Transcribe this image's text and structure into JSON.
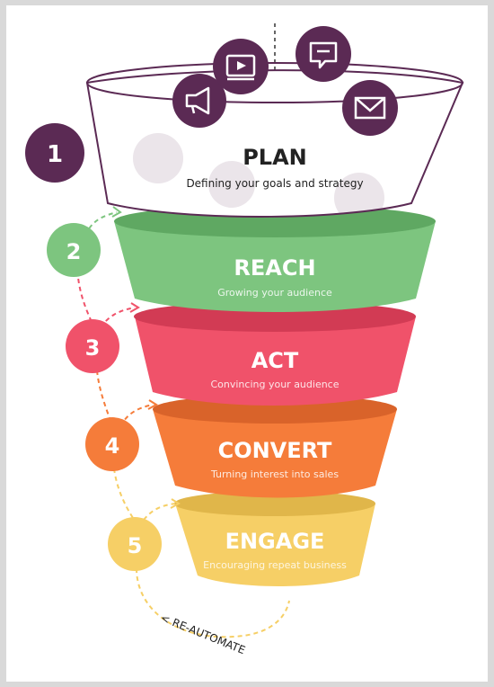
{
  "diagram": {
    "stages": [
      {
        "number": "1",
        "title": "PLAN",
        "subtitle": "Defining your goals and strategy"
      },
      {
        "number": "2",
        "title": "REACH",
        "subtitle": "Growing your audience"
      },
      {
        "number": "3",
        "title": "ACT",
        "subtitle": "Convincing your audience"
      },
      {
        "number": "4",
        "title": "CONVERT",
        "subtitle": "Turning interest into sales"
      },
      {
        "number": "5",
        "title": "ENGAGE",
        "subtitle": "Encouraging repeat business"
      }
    ],
    "loop_label": "< RE-AUTOMATE",
    "colors": {
      "plan": "#5b2a54",
      "reach": "#7dc57f",
      "act": "#f0526a",
      "convert": "#f57c3a",
      "engage": "#f6cf66"
    },
    "icons": [
      "megaphone-icon",
      "video-player-icon",
      "chat-bubble-icon",
      "envelope-icon",
      "document-icon",
      "tablet-icon"
    ]
  }
}
